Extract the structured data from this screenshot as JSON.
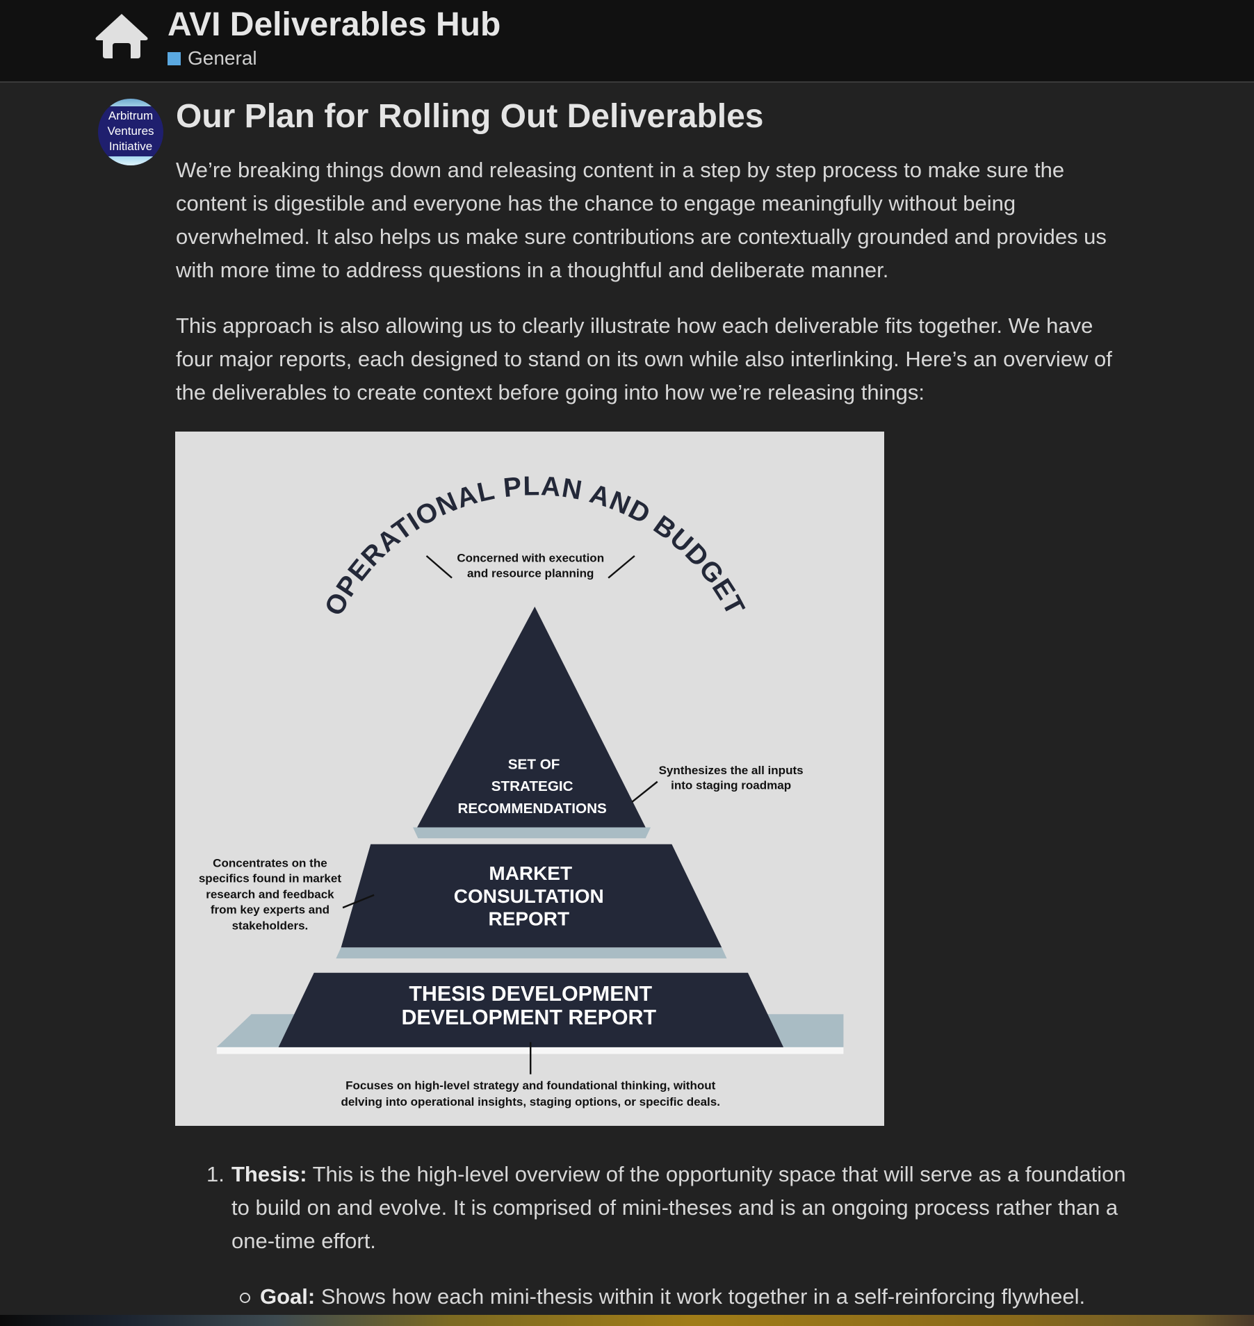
{
  "header": {
    "title": "AVI Deliverables Hub",
    "category": "General",
    "category_color": "#5aa8e0",
    "home_icon": "home-icon"
  },
  "post": {
    "avatar_text": [
      "Arbitrum",
      "Ventures",
      "Initiative"
    ],
    "title": "Our Plan for Rolling Out Deliverables",
    "paragraphs": [
      "We’re breaking things down and releasing content in a step by step process to make sure the content is digestible and everyone has the chance to engage meaningfully without being overwhelmed. It also helps us make sure contributions are contextually grounded and provides us with more time to address questions in a thoughtful and deliberate manner.",
      "This approach is also allowing us to clearly illustrate how each deliverable fits together. We have four major reports, each designed to stand on its own while also interlinking. Here’s an overview of the deliverables to create context before going into how we’re releasing things:"
    ],
    "list": [
      {
        "number": "1.",
        "label": "Thesis:",
        "text": "This is the high-level overview of the opportunity space that will serve as a foundation to build on and evolve. It is comprised of mini-theses and is an ongoing process rather than a one-time effort.",
        "sub": {
          "label": "Goal:",
          "text": "Shows how each mini-thesis within it work together in a self-reinforcing flywheel."
        }
      }
    ]
  },
  "diagram": {
    "arc_title": "OPERATIONAL PLAN AND BUDGET",
    "top_note": [
      "Concerned with execution",
      "and resource planning"
    ],
    "tier1": [
      "SET OF",
      "STRATEGIC",
      "RECOMMENDATIONS"
    ],
    "tier1_note": [
      "Synthesizes the all inputs",
      "into staging roadmap"
    ],
    "tier2": [
      "MARKET",
      "CONSULTATION",
      "REPORT"
    ],
    "tier2_note": [
      "Concentrates on the",
      "specifics found in market",
      "research and feedback",
      "from key experts and",
      "stakeholders."
    ],
    "tier3": [
      "THESIS DEVELOPMENT",
      "DEVELOPMENT REPORT"
    ],
    "tier3_note": [
      "Focuses on high-level strategy and foundational thinking, without",
      "delving into operational insights, staging options, or specific deals."
    ],
    "colors": {
      "navy": "#232838",
      "shadow": "#a9bcc4",
      "background": "#dedede"
    }
  }
}
